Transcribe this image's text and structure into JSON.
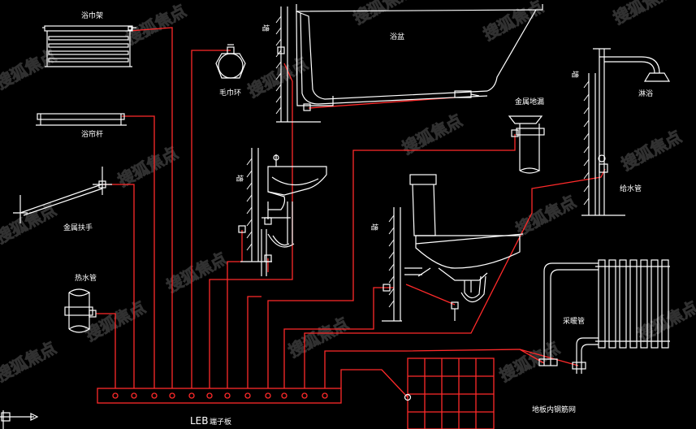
{
  "labels": {
    "towel_rack": "浴巾架",
    "towel_ring": "毛巾环",
    "towel_bar": "浴帘杆",
    "metal_handrail": "金属扶手",
    "water_pipe_left": "热水管",
    "wall_bathtub": "墙",
    "bathtub": "浴盆",
    "wall_basin": "墙",
    "wall_toilet": "墙",
    "metal_floor_drain": "金属地漏",
    "wall_shower": "墙",
    "shower": "淋浴",
    "cold_water_pipe": "给水管",
    "heating_pipe": "采暖管",
    "floor_rebar": "地板内钢筋网",
    "leb_box_prefix": "LEB",
    "leb_box_suffix": "端子板"
  },
  "watermark": "搜狐焦点",
  "colors": {
    "background": "#000000",
    "fixture_lines": "#ffffff",
    "bonding_lines": "#ff2a2a"
  }
}
